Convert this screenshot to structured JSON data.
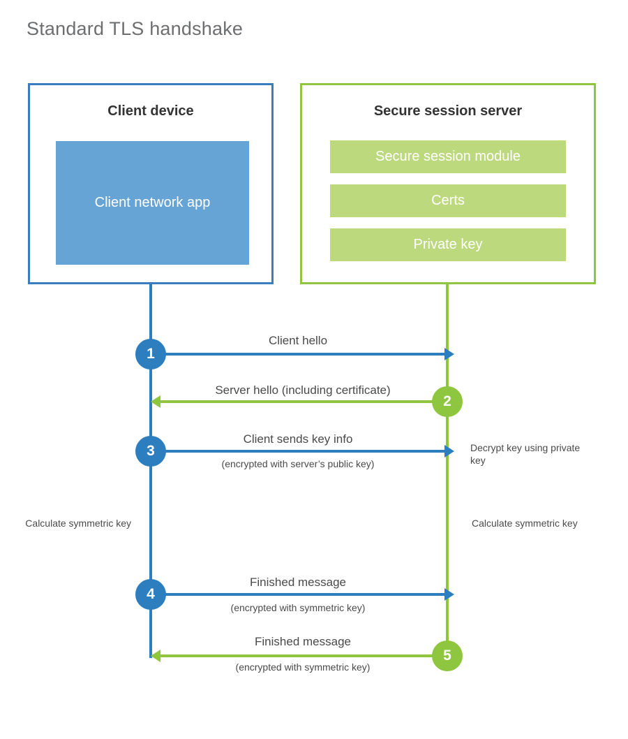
{
  "title": "Standard TLS handshake",
  "colors": {
    "client_blue": "#2d7ebf",
    "client_app_blue": "#67a4d6",
    "server_green": "#8fc63f",
    "server_bar_green": "#bcd97e",
    "title_gray": "#6d6e70",
    "text_gray": "#4a4a4a",
    "heading_dark": "#333333"
  },
  "client": {
    "title": "Client device",
    "app_label": "Client network app"
  },
  "server": {
    "title": "Secure session server",
    "bars": [
      {
        "label": "Secure session module"
      },
      {
        "label": "Certs"
      },
      {
        "label": "Private key"
      }
    ]
  },
  "steps": [
    {
      "number": "1",
      "label": "Client hello",
      "sublabel": "",
      "direction": "client-to-server",
      "color": "blue"
    },
    {
      "number": "2",
      "label": "Server hello (including certificate)",
      "sublabel": "",
      "direction": "server-to-client",
      "color": "green"
    },
    {
      "number": "3",
      "label": "Client sends key info",
      "sublabel": "(encrypted with server’s public key)",
      "direction": "client-to-server",
      "color": "blue"
    },
    {
      "number": "4",
      "label": "Finished message",
      "sublabel": "(encrypted with symmetric key)",
      "direction": "client-to-server",
      "color": "blue"
    },
    {
      "number": "5",
      "label": "Finished message",
      "sublabel": "(encrypted with symmetric key)",
      "direction": "server-to-client",
      "color": "green"
    }
  ],
  "annotations": {
    "decrypt_key": "Decrypt key using private key",
    "client_calculate": "Calculate symmetric key",
    "server_calculate": "Calculate symmetric key"
  }
}
